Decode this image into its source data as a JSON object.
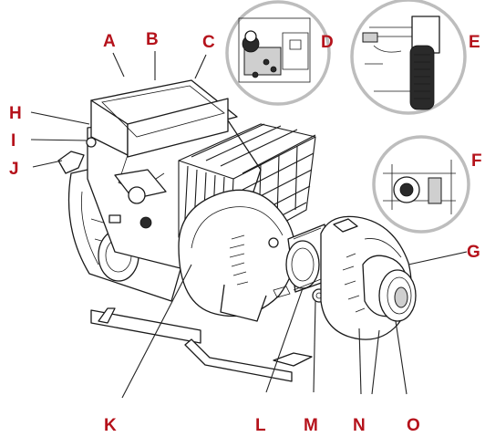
{
  "callouts": {
    "A": "A",
    "B": "B",
    "C": "C",
    "D": "D",
    "E": "E",
    "F": "F",
    "G": "G",
    "H": "H",
    "I": "I",
    "J": "J",
    "K": "K",
    "L": "L",
    "M": "M",
    "N": "N",
    "O": "O"
  },
  "colors": {
    "callout": "#b5121b",
    "line": "#1a1a1a",
    "inset_ring": "#bdbdbd"
  }
}
